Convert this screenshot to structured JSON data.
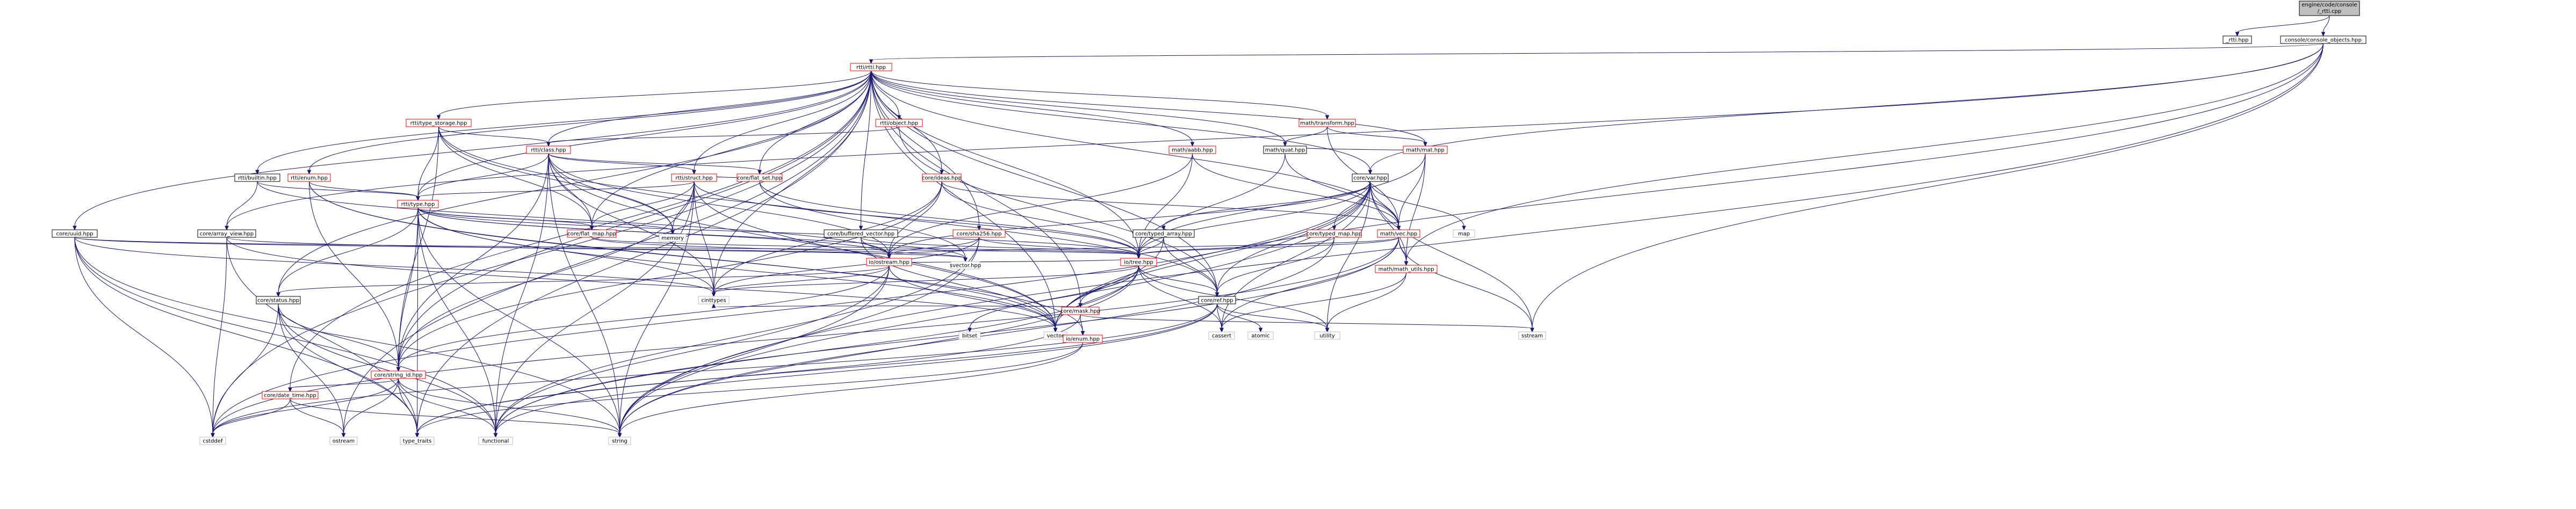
{
  "colors": {
    "root_fill": "#bfbfbf",
    "node_fill": "#ffffff",
    "node_border": "#000000",
    "link_text": "#000000",
    "red_border": "#ff0000",
    "gray_border": "#bfbfbf",
    "edge": "#191970"
  },
  "nodes": [
    {
      "id": "root",
      "label": [
        "engine/code/console",
        "/_rtti.cpp"
      ],
      "kind": "root"
    },
    {
      "id": "_rtti_hpp",
      "label": [
        "_rtti.hpp"
      ],
      "kind": "normal"
    },
    {
      "id": "console_objects",
      "label": [
        "console/console_objects.hpp"
      ],
      "kind": "normal"
    },
    {
      "id": "rtti_rtti",
      "label": [
        "rtti/rtti.hpp"
      ],
      "kind": "red"
    },
    {
      "id": "rtti_type_storage",
      "label": [
        "rtti/type_storage.hpp"
      ],
      "kind": "red"
    },
    {
      "id": "rtti_object",
      "label": [
        "rtti/object.hpp"
      ],
      "kind": "red"
    },
    {
      "id": "rtti_class",
      "label": [
        "rtti/class.hpp"
      ],
      "kind": "red"
    },
    {
      "id": "rtti_builtin",
      "label": [
        "rtti/builtin.hpp"
      ],
      "kind": "normal"
    },
    {
      "id": "rtti_enum",
      "label": [
        "rtti/enum.hpp"
      ],
      "kind": "red"
    },
    {
      "id": "rtti_struct",
      "label": [
        "rtti/struct.hpp"
      ],
      "kind": "red"
    },
    {
      "id": "rtti_type",
      "label": [
        "rtti/type.hpp"
      ],
      "kind": "red"
    },
    {
      "id": "core_uuid",
      "label": [
        "core/uuid.hpp"
      ],
      "kind": "normal"
    },
    {
      "id": "core_array_view",
      "label": [
        "core/array_view.hpp"
      ],
      "kind": "normal"
    },
    {
      "id": "core_flat_set",
      "label": [
        "core/flat_set.hpp"
      ],
      "kind": "red"
    },
    {
      "id": "core_flat_map",
      "label": [
        "core/flat_map.hpp"
      ],
      "kind": "red"
    },
    {
      "id": "memory",
      "label": [
        "memory"
      ],
      "kind": "gray"
    },
    {
      "id": "core_buffered_vector",
      "label": [
        "core/buffered_vector.hpp"
      ],
      "kind": "normal"
    },
    {
      "id": "core_ideas",
      "label": [
        "core/ideas.hpp"
      ],
      "kind": "red"
    },
    {
      "id": "core_sha256",
      "label": [
        "core/sha256.hpp"
      ],
      "kind": "red"
    },
    {
      "id": "math_aabb",
      "label": [
        "math/aabb.hpp"
      ],
      "kind": "red"
    },
    {
      "id": "math_transform",
      "label": [
        "math/transform.hpp"
      ],
      "kind": "red"
    },
    {
      "id": "math_quat",
      "label": [
        "math/quat.hpp"
      ],
      "kind": "normal"
    },
    {
      "id": "math_mat",
      "label": [
        "math/mat.hpp"
      ],
      "kind": "red"
    },
    {
      "id": "core_var",
      "label": [
        "core/var.hpp"
      ],
      "kind": "normal"
    },
    {
      "id": "core_typed_array",
      "label": [
        "core/typed_array.hpp"
      ],
      "kind": "normal"
    },
    {
      "id": "core_typed_map",
      "label": [
        "core/typed_map.hpp"
      ],
      "kind": "red"
    },
    {
      "id": "math_vec",
      "label": [
        "math/vec.hpp"
      ],
      "kind": "red"
    },
    {
      "id": "map",
      "label": [
        "map"
      ],
      "kind": "gray"
    },
    {
      "id": "math_utils",
      "label": [
        "math/math_utils.hpp"
      ],
      "kind": "red"
    },
    {
      "id": "io_ostream",
      "label": [
        "io/ostream.hpp"
      ],
      "kind": "red"
    },
    {
      "id": "io_tree",
      "label": [
        "io/tree.hpp"
      ],
      "kind": "red"
    },
    {
      "id": "svector",
      "label": [
        "svector.hpp"
      ],
      "kind": "gray"
    },
    {
      "id": "core_status",
      "label": [
        "core/status.hpp"
      ],
      "kind": "normal"
    },
    {
      "id": "cinttypes",
      "label": [
        "cinttypes"
      ],
      "kind": "gray"
    },
    {
      "id": "core_ref",
      "label": [
        "core/ref.hpp"
      ],
      "kind": "normal"
    },
    {
      "id": "core_mask",
      "label": [
        "core/mask.hpp"
      ],
      "kind": "red"
    },
    {
      "id": "bitset",
      "label": [
        "bitset"
      ],
      "kind": "gray"
    },
    {
      "id": "vector",
      "label": [
        "vector"
      ],
      "kind": "gray"
    },
    {
      "id": "cassert",
      "label": [
        "cassert"
      ],
      "kind": "gray"
    },
    {
      "id": "atomic",
      "label": [
        "atomic"
      ],
      "kind": "gray"
    },
    {
      "id": "utility",
      "label": [
        "utility"
      ],
      "kind": "gray"
    },
    {
      "id": "sstream",
      "label": [
        "sstream"
      ],
      "kind": "gray"
    },
    {
      "id": "io_enum",
      "label": [
        "io/enum.hpp"
      ],
      "kind": "red"
    },
    {
      "id": "core_string_id",
      "label": [
        "core/string_id.hpp"
      ],
      "kind": "red"
    },
    {
      "id": "core_date_time",
      "label": [
        "core/date_time.hpp"
      ],
      "kind": "red"
    },
    {
      "id": "cstddef",
      "label": [
        "cstddef"
      ],
      "kind": "gray"
    },
    {
      "id": "ostream",
      "label": [
        "ostream"
      ],
      "kind": "gray"
    },
    {
      "id": "type_traits",
      "label": [
        "type_traits"
      ],
      "kind": "gray"
    },
    {
      "id": "functional",
      "label": [
        "functional"
      ],
      "kind": "gray"
    },
    {
      "id": "string",
      "label": [
        "string"
      ],
      "kind": "gray"
    }
  ],
  "edges": [
    [
      "root",
      "_rtti_hpp"
    ],
    [
      "root",
      "console_objects"
    ],
    [
      "console_objects",
      "rtti_rtti"
    ],
    [
      "console_objects",
      "core_var"
    ],
    [
      "console_objects",
      "core_array_view"
    ],
    [
      "console_objects",
      "string"
    ],
    [
      "console_objects",
      "vector"
    ],
    [
      "console_objects",
      "math_utils"
    ],
    [
      "console_objects",
      "sstream"
    ],
    [
      "rtti_rtti",
      "rtti_type_storage"
    ],
    [
      "rtti_rtti",
      "rtti_object"
    ],
    [
      "rtti_rtti",
      "rtti_class"
    ],
    [
      "rtti_rtti",
      "rtti_builtin"
    ],
    [
      "rtti_rtti",
      "rtti_enum"
    ],
    [
      "rtti_rtti",
      "rtti_struct"
    ],
    [
      "rtti_rtti",
      "rtti_type"
    ],
    [
      "rtti_rtti",
      "core_uuid"
    ],
    [
      "rtti_rtti",
      "core_flat_set"
    ],
    [
      "rtti_rtti",
      "core_flat_map"
    ],
    [
      "rtti_rtti",
      "core_buffered_vector"
    ],
    [
      "rtti_rtti",
      "core_ideas"
    ],
    [
      "rtti_rtti",
      "core_sha256"
    ],
    [
      "rtti_rtti",
      "math_aabb"
    ],
    [
      "rtti_rtti",
      "math_transform"
    ],
    [
      "rtti_rtti",
      "math_quat"
    ],
    [
      "rtti_rtti",
      "math_mat"
    ],
    [
      "rtti_rtti",
      "core_var"
    ],
    [
      "rtti_rtti",
      "math_vec"
    ],
    [
      "rtti_rtti",
      "io_tree"
    ],
    [
      "rtti_rtti",
      "core_string_id"
    ],
    [
      "rtti_rtti",
      "core_status"
    ],
    [
      "rtti_rtti",
      "vector"
    ],
    [
      "rtti_rtti",
      "cinttypes"
    ],
    [
      "rtti_rtti",
      "core_date_time"
    ],
    [
      "rtti_rtti",
      "type_traits"
    ],
    [
      "rtti_rtti",
      "ostream"
    ],
    [
      "rtti_rtti",
      "cstddef"
    ],
    [
      "rtti_rtti",
      "core_ref"
    ],
    [
      "rtti_rtti",
      "core_mask"
    ],
    [
      "rtti_type_storage",
      "rtti_class"
    ],
    [
      "rtti_type_storage",
      "rtti_type"
    ],
    [
      "rtti_type_storage",
      "memory"
    ],
    [
      "rtti_type_storage",
      "core_flat_map"
    ],
    [
      "rtti_type_storage",
      "core_string_id"
    ],
    [
      "rtti_type_storage",
      "core_ref"
    ],
    [
      "rtti_object",
      "rtti_class"
    ],
    [
      "rtti_object",
      "core_ref"
    ],
    [
      "rtti_class",
      "rtti_struct"
    ],
    [
      "rtti_class",
      "rtti_type"
    ],
    [
      "rtti_class",
      "core_flat_set"
    ],
    [
      "rtti_class",
      "core_flat_map"
    ],
    [
      "rtti_class",
      "memory"
    ],
    [
      "rtti_class",
      "cinttypes"
    ],
    [
      "rtti_class",
      "functional"
    ],
    [
      "rtti_class",
      "core_string_id"
    ],
    [
      "rtti_class",
      "io_ostream"
    ],
    [
      "rtti_class",
      "vector"
    ],
    [
      "rtti_class",
      "string"
    ],
    [
      "rtti_builtin",
      "rtti_type"
    ],
    [
      "rtti_builtin",
      "core_array_view"
    ],
    [
      "rtti_builtin",
      "io_ostream"
    ],
    [
      "rtti_enum",
      "rtti_type"
    ],
    [
      "rtti_enum",
      "core_string_id"
    ],
    [
      "rtti_enum",
      "io_enum"
    ],
    [
      "rtti_enum",
      "vector"
    ],
    [
      "rtti_struct",
      "rtti_type"
    ],
    [
      "rtti_struct",
      "core_flat_set"
    ],
    [
      "rtti_struct",
      "core_flat_map"
    ],
    [
      "rtti_struct",
      "memory"
    ],
    [
      "rtti_struct",
      "cinttypes"
    ],
    [
      "rtti_struct",
      "core_string_id"
    ],
    [
      "rtti_struct",
      "io_tree"
    ],
    [
      "rtti_struct",
      "functional"
    ],
    [
      "rtti_struct",
      "string"
    ],
    [
      "rtti_struct",
      "vector"
    ],
    [
      "rtti_type",
      "core_flat_map"
    ],
    [
      "rtti_type",
      "memory"
    ],
    [
      "rtti_type",
      "cinttypes"
    ],
    [
      "rtti_type",
      "core_string_id"
    ],
    [
      "rtti_type",
      "core_status"
    ],
    [
      "rtti_type",
      "io_ostream"
    ],
    [
      "rtti_type",
      "io_tree"
    ],
    [
      "rtti_type",
      "svector"
    ],
    [
      "rtti_type",
      "string"
    ],
    [
      "rtti_type",
      "type_traits"
    ],
    [
      "rtti_type",
      "vector"
    ],
    [
      "rtti_type",
      "functional"
    ],
    [
      "core_uuid",
      "io_ostream"
    ],
    [
      "core_uuid",
      "io_tree"
    ],
    [
      "core_uuid",
      "cinttypes"
    ],
    [
      "core_uuid",
      "functional"
    ],
    [
      "core_uuid",
      "string"
    ],
    [
      "core_uuid",
      "cstddef"
    ],
    [
      "core_uuid",
      "type_traits"
    ],
    [
      "core_array_view",
      "svector"
    ],
    [
      "core_array_view",
      "vector"
    ],
    [
      "core_array_view",
      "cstddef"
    ],
    [
      "core_array_view",
      "type_traits"
    ],
    [
      "core_flat_set",
      "io_tree"
    ],
    [
      "core_flat_set",
      "svector"
    ],
    [
      "core_flat_map",
      "io_tree"
    ],
    [
      "core_flat_map",
      "svector"
    ],
    [
      "core_buffered_vector",
      "io_ostream"
    ],
    [
      "core_buffered_vector",
      "io_tree"
    ],
    [
      "core_buffered_vector",
      "vector"
    ],
    [
      "core_ideas",
      "io_ostream"
    ],
    [
      "core_ideas",
      "io_tree"
    ],
    [
      "core_ideas",
      "math_vec"
    ],
    [
      "core_ideas",
      "core_string_id"
    ],
    [
      "core_ideas",
      "cinttypes"
    ],
    [
      "core_sha256",
      "io_ostream"
    ],
    [
      "core_sha256",
      "io_tree"
    ],
    [
      "core_sha256",
      "cinttypes"
    ],
    [
      "core_sha256",
      "string"
    ],
    [
      "core_sha256",
      "functional"
    ],
    [
      "math_aabb",
      "math_vec"
    ],
    [
      "math_aabb",
      "io_ostream"
    ],
    [
      "math_aabb",
      "io_tree"
    ],
    [
      "math_transform",
      "math_quat"
    ],
    [
      "math_transform",
      "math_mat"
    ],
    [
      "math_transform",
      "math_vec"
    ],
    [
      "math_quat",
      "math_mat"
    ],
    [
      "math_quat",
      "math_vec"
    ],
    [
      "math_quat",
      "io_tree"
    ],
    [
      "math_mat",
      "math_vec"
    ],
    [
      "math_mat",
      "io_tree"
    ],
    [
      "math_mat",
      "math_utils"
    ],
    [
      "core_var",
      "core_typed_array"
    ],
    [
      "core_var",
      "core_typed_map"
    ],
    [
      "core_var",
      "math_vec"
    ],
    [
      "core_var",
      "io_tree"
    ],
    [
      "core_var",
      "map"
    ],
    [
      "core_var",
      "core_ref"
    ],
    [
      "core_var",
      "io_ostream"
    ],
    [
      "core_var",
      "string"
    ],
    [
      "core_var",
      "vector"
    ],
    [
      "core_var",
      "cstddef"
    ],
    [
      "core_var",
      "math_utils"
    ],
    [
      "core_var",
      "sstream"
    ],
    [
      "core_var",
      "utility"
    ],
    [
      "core_var",
      "cassert"
    ],
    [
      "core_typed_array",
      "core_ref"
    ],
    [
      "core_typed_array",
      "io_tree"
    ],
    [
      "core_typed_array",
      "vector"
    ],
    [
      "core_typed_map",
      "core_ref"
    ],
    [
      "core_typed_map",
      "io_tree"
    ],
    [
      "core_typed_map",
      "string"
    ],
    [
      "math_vec",
      "math_utils"
    ],
    [
      "math_vec",
      "io_tree"
    ],
    [
      "math_vec",
      "io_ostream"
    ],
    [
      "math_vec",
      "cstddef"
    ],
    [
      "math_vec",
      "sstream"
    ],
    [
      "math_vec",
      "functional"
    ],
    [
      "math_vec",
      "cassert"
    ],
    [
      "math_utils",
      "cassert"
    ],
    [
      "math_utils",
      "utility"
    ],
    [
      "io_ostream",
      "core_status"
    ],
    [
      "io_ostream",
      "cinttypes"
    ],
    [
      "io_ostream",
      "vector"
    ],
    [
      "io_ostream",
      "functional"
    ],
    [
      "io_ostream",
      "string"
    ],
    [
      "io_ostream",
      "core_string_id"
    ],
    [
      "io_tree",
      "core_ref"
    ],
    [
      "io_tree",
      "core_mask"
    ],
    [
      "io_tree",
      "io_ostream"
    ],
    [
      "io_tree",
      "cinttypes"
    ],
    [
      "io_tree",
      "vector"
    ],
    [
      "io_tree",
      "bitset"
    ],
    [
      "io_tree",
      "cassert"
    ],
    [
      "io_tree",
      "utility"
    ],
    [
      "io_tree",
      "functional"
    ],
    [
      "io_tree",
      "string"
    ],
    [
      "core_status",
      "core_string_id"
    ],
    [
      "core_status",
      "ostream"
    ],
    [
      "core_status",
      "type_traits"
    ],
    [
      "core_status",
      "cstddef"
    ],
    [
      "core_status",
      "functional"
    ],
    [
      "core_ref",
      "cassert"
    ],
    [
      "core_ref",
      "atomic"
    ],
    [
      "core_ref",
      "utility"
    ],
    [
      "core_ref",
      "cstddef"
    ],
    [
      "core_ref",
      "type_traits"
    ],
    [
      "core_ref",
      "functional"
    ],
    [
      "core_mask",
      "io_enum"
    ],
    [
      "core_mask",
      "cinttypes"
    ],
    [
      "core_mask",
      "type_traits"
    ],
    [
      "core_mask",
      "sstream"
    ],
    [
      "io_enum",
      "string"
    ],
    [
      "io_enum",
      "type_traits"
    ],
    [
      "core_string_id",
      "core_date_time"
    ],
    [
      "core_string_id",
      "string"
    ],
    [
      "core_string_id",
      "ostream"
    ],
    [
      "core_string_id",
      "cstddef"
    ],
    [
      "core_string_id",
      "type_traits"
    ],
    [
      "core_string_id",
      "functional"
    ],
    [
      "core_date_time",
      "cstddef"
    ],
    [
      "core_date_time",
      "ostream"
    ],
    [
      "core_date_time",
      "string"
    ]
  ]
}
